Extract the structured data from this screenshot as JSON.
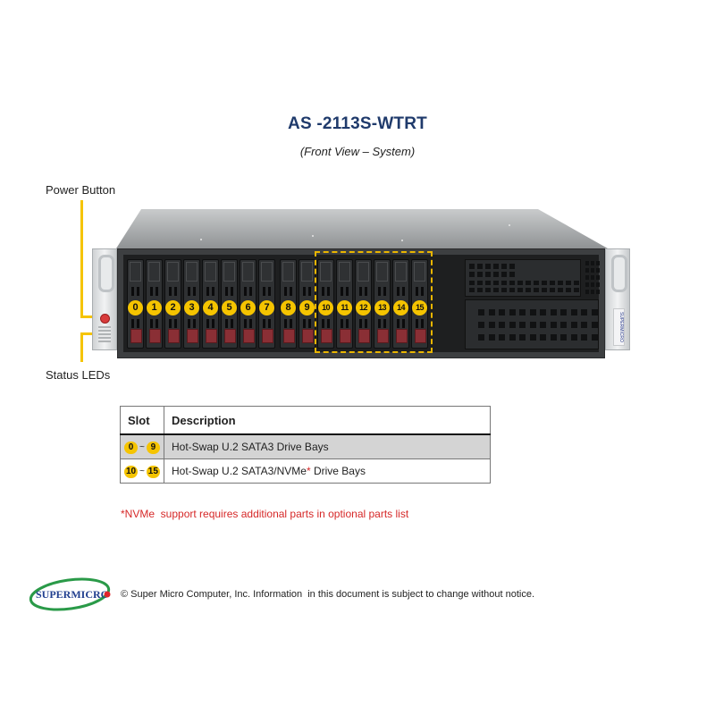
{
  "header": {
    "title": "AS -2113S-WTRT",
    "subtitle": "(Front View – System)"
  },
  "callouts": {
    "power_button": "Power Button",
    "status_leds": "Status LEDs"
  },
  "server": {
    "bays": [
      "0",
      "1",
      "2",
      "3",
      "4",
      "5",
      "6",
      "7",
      "8",
      "9",
      "10",
      "11",
      "12",
      "13",
      "14",
      "15"
    ],
    "highlighted_bays": [
      "10",
      "11",
      "12",
      "13",
      "14",
      "15"
    ],
    "brand_tag": "SUPERMICRO",
    "colors": {
      "highlight": "#f5c400",
      "latch": "#8a2f35",
      "chassis": "#3d3f41"
    }
  },
  "table": {
    "headers": {
      "slot": "Slot",
      "description": "Description"
    },
    "rows": [
      {
        "slot_from": "0",
        "slot_to": "9",
        "separator": "~",
        "description": "Hot-Swap U.2 SATA3 Drive Bays",
        "asterisk": "",
        "suffix": ""
      },
      {
        "slot_from": "10",
        "slot_to": "15",
        "separator": "~",
        "description": "Hot-Swap U.2 SATA3/NVMe",
        "asterisk": "*",
        "suffix": " Drive Bays"
      }
    ]
  },
  "note": "*NVMe  support requires additional parts in optional parts list",
  "footer": {
    "logo_text": "SUPERMICRO",
    "copyright": "© Super Micro Computer, Inc. Information  in this document is subject to change without notice."
  }
}
